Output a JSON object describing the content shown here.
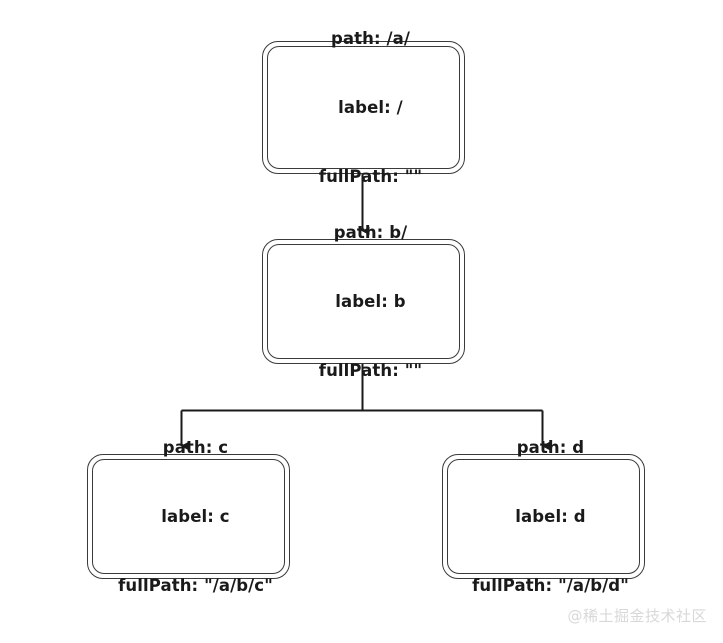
{
  "diagram": {
    "type": "flowchart",
    "background_color": "#ffffff",
    "stroke_color": "#3a3a3a",
    "text_color": "#1a1a1a",
    "nodes": [
      {
        "id": "root",
        "name": "node-root",
        "lines": [
          "path: /a/",
          "label: /",
          "fullPath: \"\""
        ],
        "line1": "path: /a/",
        "line2": "label: /",
        "line3": "fullPath: \"\""
      },
      {
        "id": "b",
        "name": "node-b",
        "lines": [
          "path: b/",
          "label: b",
          "fullPath: \"\""
        ],
        "line1": "path: b/",
        "line2": "label: b",
        "line3": "fullPath: \"\""
      },
      {
        "id": "c",
        "name": "node-c",
        "lines": [
          "path: c",
          "label: c",
          "fullPath: \"/a/b/c\""
        ],
        "line1": "path: c",
        "line2": "label: c",
        "line3": "fullPath: \"/a/b/c\""
      },
      {
        "id": "d",
        "name": "node-d",
        "lines": [
          "path: d",
          "label: d",
          "fullPath: \"/a/b/d\""
        ],
        "line1": "path: d",
        "line2": "label: d",
        "line3": "fullPath: \"/a/b/d\""
      }
    ],
    "edges": [
      {
        "from": "root",
        "to": "b",
        "style": "straight-arrow"
      },
      {
        "from": "b",
        "to": "c",
        "style": "elbow-arrow"
      },
      {
        "from": "b",
        "to": "d",
        "style": "elbow-arrow"
      }
    ]
  },
  "watermark": {
    "text": "@稀土掘金技术社区",
    "color": "#d8d8d8"
  }
}
